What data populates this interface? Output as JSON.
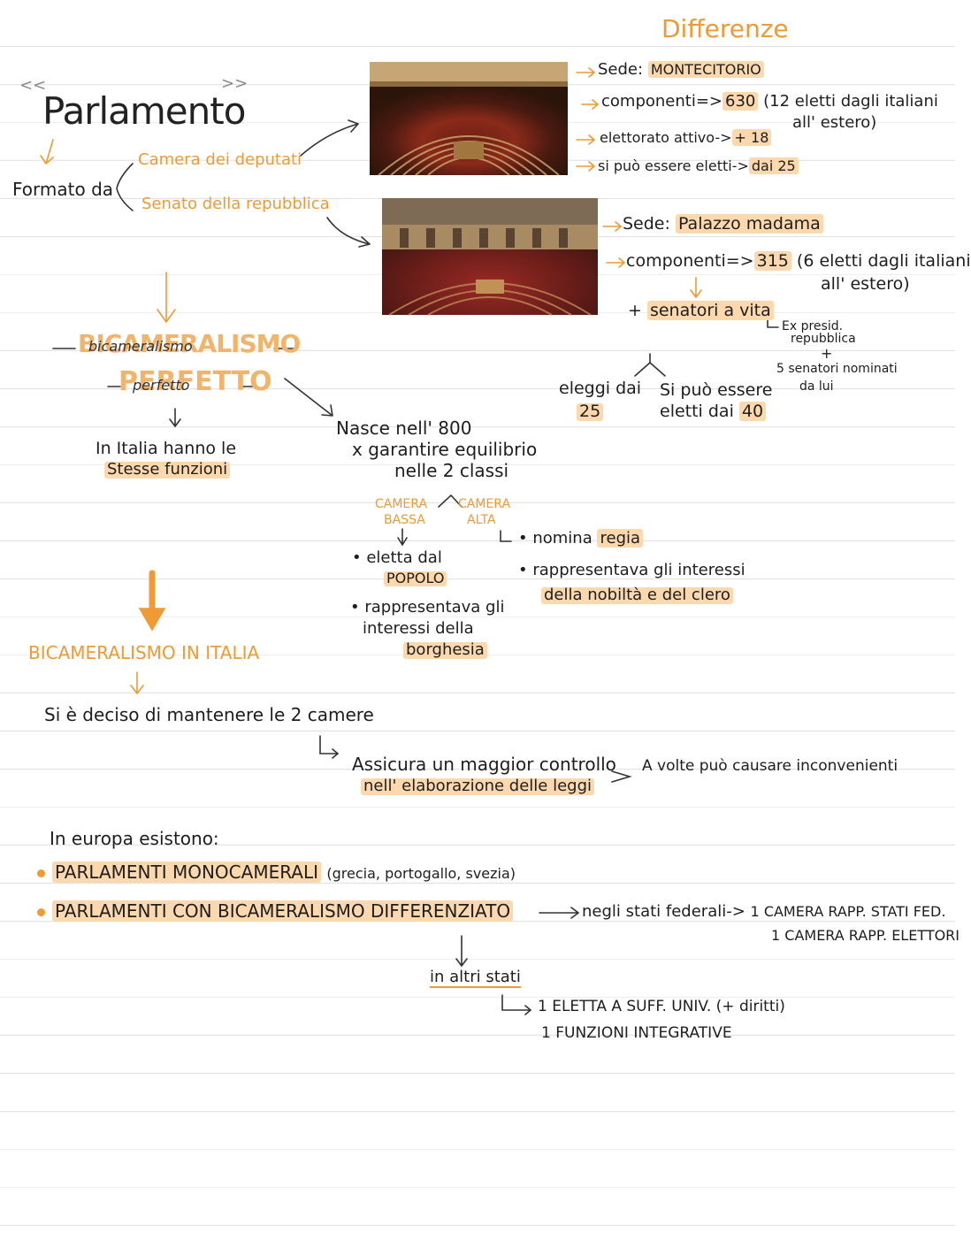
{
  "title": "Parlamento",
  "title_quotes": {
    "open": "<<",
    "close": ">>"
  },
  "formato_da": "Formato da",
  "camera_dei_deputati": "Camera dei deputati",
  "senato": "Senato della repubblica",
  "differenze": "Differenze",
  "camera_info": {
    "sede_label": "Sede:",
    "sede_value": "MONTECITORIO",
    "componenti_label": "componenti=>",
    "componenti_value": "630",
    "componenti_note": "(12 eletti dagli italiani",
    "componenti_note2": "all' estero)",
    "elettorato_label": "elettorato attivo->",
    "elettorato_value": "+ 18",
    "eletti_label": "si può essere eletti->",
    "eletti_value": "dai 25"
  },
  "senato_info": {
    "sede_label": "Sede:",
    "sede_value": "Palazzo madama",
    "componenti_label": "componenti=>",
    "componenti_value": "315",
    "componenti_note": "(6 eletti dagli italiani",
    "componenti_note2": "all' estero)",
    "senatori_prefix": "+",
    "senatori": "senatori a vita",
    "ex_presid": "Ex presid.",
    "repubblica": "repubblica",
    "plus": "+",
    "nominati": "5 senatori nominati",
    "da_lui": "da lui",
    "eleggi_label": "eleggi dai",
    "eleggi_value": "25",
    "eletti_label": "Si può essere",
    "eletti_label2": "eletti dai",
    "eletti_value": "40"
  },
  "bicameralismo": "BICAMERALISMO",
  "bicameralismo_script": "bicameralismo",
  "perfetto": "PERFETTO",
  "perfetto_script": "perfetto",
  "italia_text": "In Italia hanno le",
  "stesse_funzioni": "Stesse funzioni",
  "nasce": "Nasce nell' 800",
  "garantire": "x garantire equilibrio",
  "nelle_classi": "nelle 2 classi",
  "camera_bassa": [
    "CAMERA",
    "BASSA"
  ],
  "camera_alta": [
    "CAMERA",
    "ALTA"
  ],
  "bassa_items": [
    "eletta dal",
    "POPOLO",
    "rappresentava gli",
    "interessi della",
    "borghesia"
  ],
  "alta_items": [
    "nomina",
    "regia",
    "rappresentava gli interessi",
    "della nobiltà e del clero"
  ],
  "bicameralismo_italia": "BICAMERALISMO IN ITALIA",
  "mantenere": "Si è deciso di mantenere le 2 camere",
  "assicura_1": "Assicura un maggior controllo",
  "assicura_2": "nell' elaborazione delle leggi",
  "a_volte": "A volte può causare inconvenienti",
  "europa": "In europa esistono:",
  "monocamerali": "PARLAMENTI MONOCAMERALI",
  "monocamerali_note": "(grecia, portogallo, svezia)",
  "differenziato": "PARLAMENTI CON BICAMERALISMO DIFFERENZIATO",
  "federali": "negli stati federali->",
  "federali_1": "1 CAMERA RAPP. STATI FED.",
  "federali_2": "1 CAMERA RAPP. ELETTORI",
  "altri_stati": "in altri stati",
  "altri_1": "1 ELETTA A SUFF. UNIV. (+ diritti)",
  "altri_2": "1 FUNZIONI INTEGRATIVE",
  "colors": {
    "accent": "#ef9a34",
    "highlight": "#fbd8ae",
    "ink": "#1e1e1e"
  }
}
